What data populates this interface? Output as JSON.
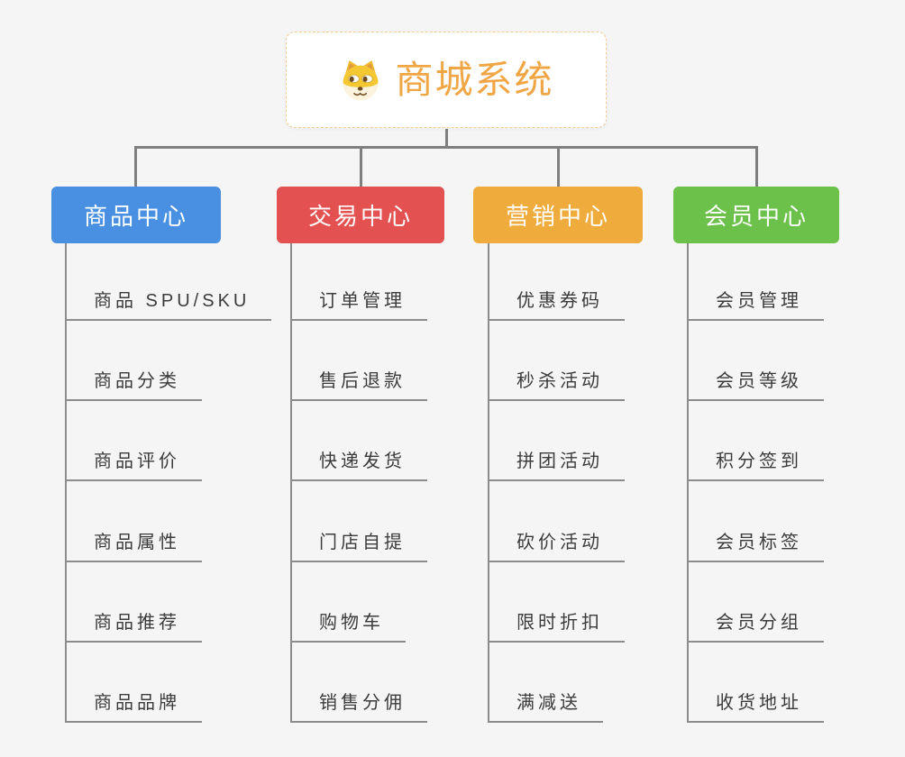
{
  "theme": {
    "background": "#f5f5f6",
    "connector_color": "#7f7f7f",
    "leaf_line_color": "#8c8c8c",
    "leaf_text_color": "#3b3b3b",
    "root_text_color": "#f0a644",
    "root_border_color": "#f3cd92"
  },
  "root": {
    "title": "商城系统",
    "icon": "dog-face-icon"
  },
  "branches": [
    {
      "label": "商品中心",
      "color": "#4a90e2",
      "children": [
        "商品 SPU/SKU",
        "商品分类",
        "商品评价",
        "商品属性",
        "商品推荐",
        "商品品牌"
      ]
    },
    {
      "label": "交易中心",
      "color": "#e35151",
      "children": [
        "订单管理",
        "售后退款",
        "快递发货",
        "门店自提",
        "购物车",
        "销售分佣"
      ]
    },
    {
      "label": "营销中心",
      "color": "#efab3c",
      "children": [
        "优惠券码",
        "秒杀活动",
        "拼团活动",
        "砍价活动",
        "限时折扣",
        "满减送"
      ]
    },
    {
      "label": "会员中心",
      "color": "#6cc14a",
      "children": [
        "会员管理",
        "会员等级",
        "积分签到",
        "会员标签",
        "会员分组",
        "收货地址"
      ]
    }
  ]
}
